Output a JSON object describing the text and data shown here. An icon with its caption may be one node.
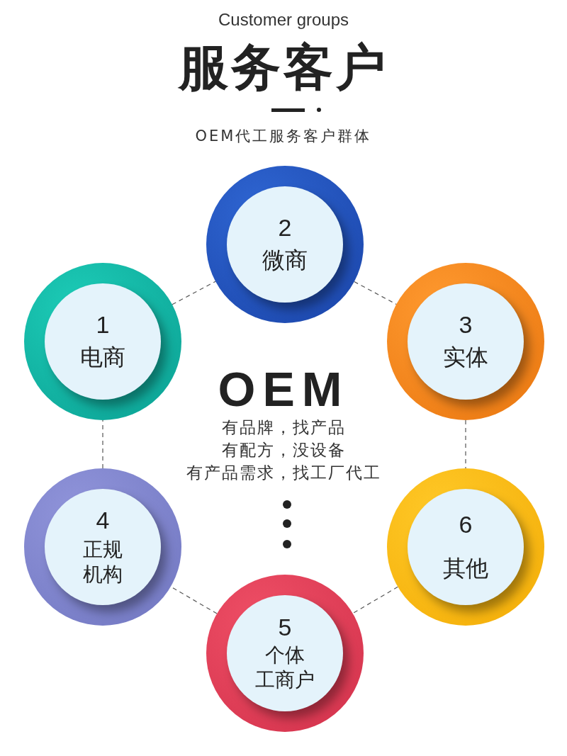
{
  "diagram": {
    "title": "服务客户",
    "nodes": [
      {
        "text": [
          "1",
          "电商"
        ]
      },
      {
        "text": [
          "2",
          "微商"
        ]
      },
      {
        "text": [
          "3",
          "实体"
        ]
      },
      {
        "text": [
          "4",
          "正规机构"
        ]
      },
      {
        "text": [
          "5",
          "个体工商户"
        ]
      },
      {
        "text": [
          "6",
          "其他"
        ]
      }
    ],
    "edges": [
      {
        "from": 0,
        "to": 1,
        "arrow": "none",
        "style": "dashed"
      },
      {
        "from": 1,
        "to": 2,
        "arrow": "none",
        "style": "dashed"
      },
      {
        "from": 2,
        "to": 5,
        "arrow": "none",
        "style": "dashed"
      },
      {
        "from": 5,
        "to": 4,
        "arrow": "none",
        "style": "dashed"
      },
      {
        "from": 4,
        "to": 3,
        "arrow": "none",
        "style": "dashed"
      },
      {
        "from": 3,
        "to": 0,
        "arrow": "none",
        "style": "dashed"
      }
    ],
    "labels": [
      "Customer groups",
      "OEM代工服务客户群体",
      "OEM",
      "有品牌，找产品",
      "有配方，没设备",
      "有产品需求，找工厂代工"
    ]
  }
}
